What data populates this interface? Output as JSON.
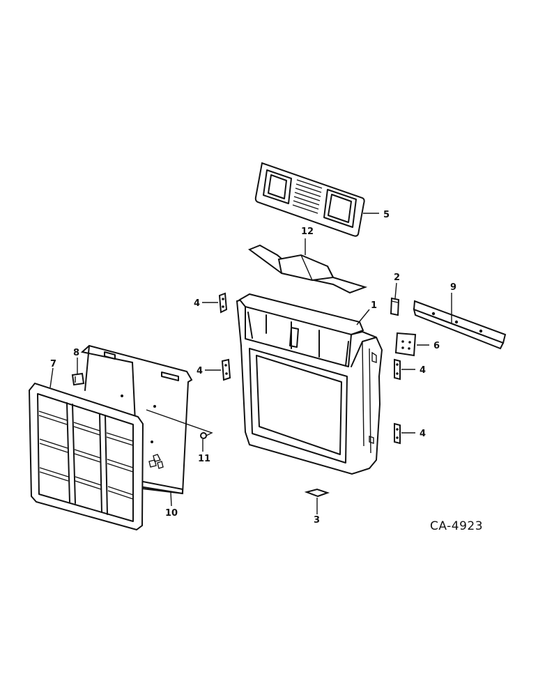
{
  "callouts": {
    "c1": "1",
    "c2": "2",
    "c3": "3",
    "c4a": "4",
    "c4b": "4",
    "c4c": "4",
    "c4d": "4",
    "c5": "5",
    "c6": "6",
    "c7": "7",
    "c8": "8",
    "c9": "9",
    "c10": "10",
    "c11": "11",
    "c12": "12"
  },
  "drawing_id": "CA-4923"
}
